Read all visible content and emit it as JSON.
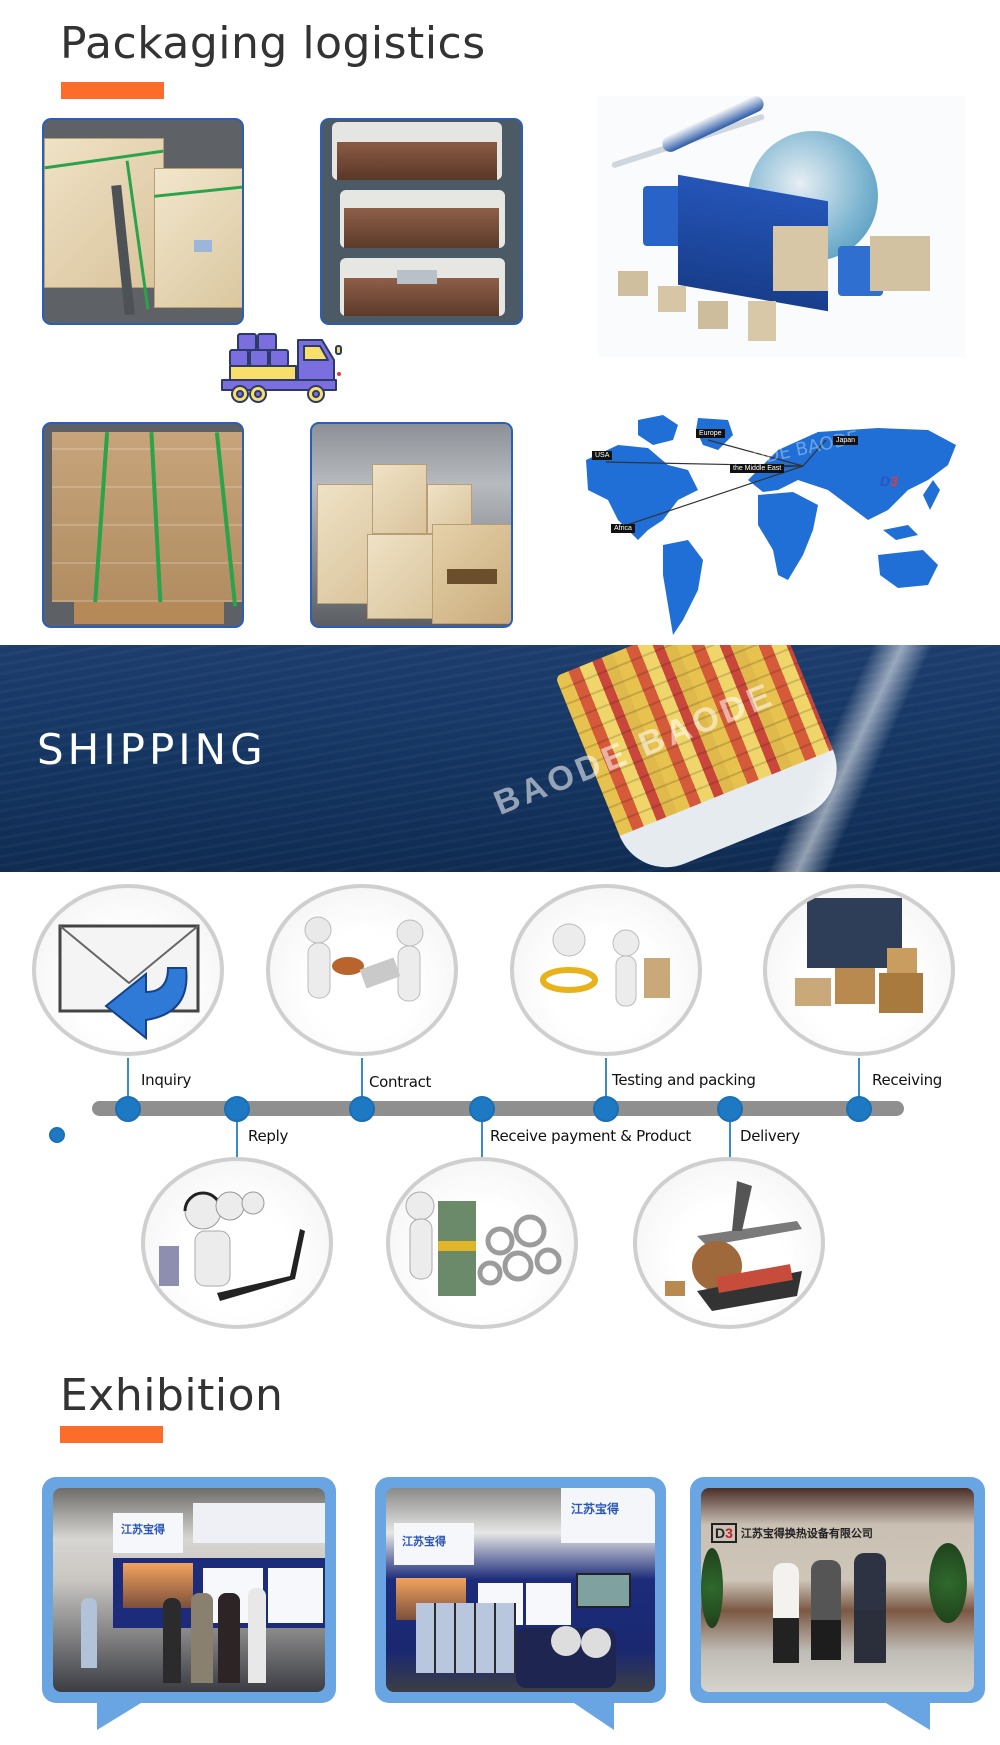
{
  "packaging": {
    "title": "Packaging logistics",
    "accent_color": "#fe6c2b",
    "photos": [
      {
        "name": "wooden-crates-strapped"
      },
      {
        "name": "heat-exchanger-plates-stacked"
      },
      {
        "name": "carton-pallet-wrapped"
      },
      {
        "name": "warehouse-wooden-crates"
      }
    ],
    "truck_icon": "delivery-truck-icon",
    "logistics_illustration": "plane-truck-globe-forklift",
    "map": {
      "labels": [
        "Europe",
        "Japan",
        "USA",
        "the Middle East",
        "Africa"
      ],
      "watermark": "BAODE BAODE",
      "color": "#1f6fd6"
    }
  },
  "shipping": {
    "title": "SHIPPING",
    "watermark": "BAODE BAODE"
  },
  "process": {
    "steps_top": [
      {
        "label": "Inquiry",
        "icon": "envelope-reply-icon"
      },
      {
        "label": "Contract",
        "icon": "handshake-stamp-icon"
      },
      {
        "label": "Testing and packing",
        "icon": "magnifier-handtruck-icon"
      },
      {
        "label": "Receiving",
        "icon": "container-boxes-icon"
      }
    ],
    "steps_bottom": [
      {
        "label": "Reply",
        "icon": "call-center-icon"
      },
      {
        "label": "Receive payment & Product",
        "icon": "money-gears-icon"
      },
      {
        "label": "Delivery",
        "icon": "plane-ship-globe-icon"
      }
    ],
    "dot_color": "#1d79c4",
    "bar_color": "#8f8f8f"
  },
  "exhibition": {
    "title": "Exhibition",
    "accent_color": "#fe6c2b",
    "card_color": "#6aa5e3",
    "cards": [
      {
        "name": "trade-show-booth-visitors",
        "sign": "江苏宝得"
      },
      {
        "name": "trade-show-booth-team",
        "sign": "江苏宝得"
      },
      {
        "name": "company-reception-visit",
        "sign": "江苏宝得换热设备有限公司"
      }
    ]
  }
}
